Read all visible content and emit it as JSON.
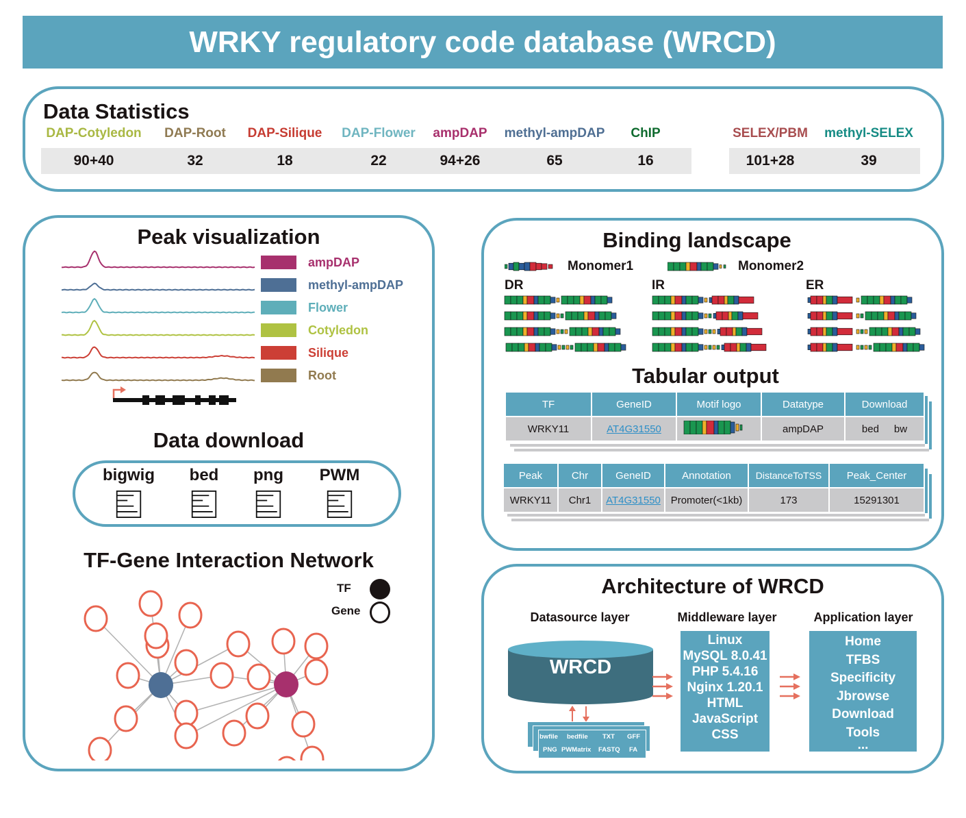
{
  "title": "WRKY regulatory code database (WRCD)",
  "colors": {
    "accent": "#5ba4bd",
    "ampDAP": "#a7306d",
    "methyl_ampDAP": "#4e6f95",
    "flower": "#5eaeb9",
    "cotyledon": "#afc242",
    "silique": "#cc3f35",
    "root": "#917a4f",
    "gene_node": "#e8644f",
    "motif_green": "#1a9650",
    "motif_yellow": "#f0b02a",
    "motif_red": "#d22c3a",
    "motif_blue": "#2a5d9a"
  },
  "data_statistics": {
    "title": "Data Statistics",
    "group1": [
      {
        "label": "DAP-Cotyledon",
        "value": "90+40",
        "color": "#a9b843"
      },
      {
        "label": "DAP-Root",
        "value": "32",
        "color": "#8f7a52"
      },
      {
        "label": "DAP-Silique",
        "value": "18",
        "color": "#c63c32"
      },
      {
        "label": "DAP-Flower",
        "value": "22",
        "color": "#6fb5c0"
      },
      {
        "label": "ampDAP",
        "value": "94+26",
        "color": "#a8306c"
      },
      {
        "label": "methyl-ampDAP",
        "value": "65",
        "color": "#4f6f93"
      },
      {
        "label": "ChIP",
        "value": "16",
        "color": "#0f6b2f"
      }
    ],
    "group2": [
      {
        "label": "SELEX/PBM",
        "value": "101+28",
        "color": "#a84d4f"
      },
      {
        "label": "methyl-SELEX",
        "value": "39",
        "color": "#158b84"
      }
    ]
  },
  "peak_visualization": {
    "title": "Peak visualization",
    "tracks": [
      {
        "label": "ampDAP",
        "color": "#a7306d",
        "peak": 0.9,
        "secondary": 0.0
      },
      {
        "label": "methyl-ampDAP",
        "color": "#4e6f95",
        "peak": 0.35,
        "secondary": 0.0
      },
      {
        "label": "Flower",
        "color": "#5eaeb9",
        "peak": 0.75,
        "secondary": 0.0
      },
      {
        "label": "Cotyledon",
        "color": "#afc242",
        "peak": 0.8,
        "secondary": 0.0
      },
      {
        "label": "Silique",
        "color": "#cc3f35",
        "peak": 0.6,
        "secondary": 0.1
      },
      {
        "label": "Root",
        "color": "#917a4f",
        "peak": 0.45,
        "secondary": 0.12
      }
    ]
  },
  "data_download": {
    "title": "Data download",
    "items": [
      {
        "label": "bigwig"
      },
      {
        "label": "bed"
      },
      {
        "label": "png"
      },
      {
        "label": "PWM"
      }
    ]
  },
  "network": {
    "title": "TF-Gene Interaction Network",
    "legend": [
      {
        "label": "TF",
        "kind": "filled"
      },
      {
        "label": "Gene",
        "kind": "outline"
      }
    ],
    "tf_nodes": [
      {
        "id": "tf1",
        "color": "#4e6f95"
      },
      {
        "id": "tf2",
        "color": "#a7306d"
      }
    ],
    "gene_count": 22
  },
  "binding_landscape": {
    "title": "Binding landscape",
    "monomers": [
      {
        "label": "Monomer1"
      },
      {
        "label": "Monomer2"
      }
    ],
    "repeat_types": [
      {
        "label": "DR",
        "rows": 4
      },
      {
        "label": "IR",
        "rows": 4
      },
      {
        "label": "ER",
        "rows": 4
      }
    ]
  },
  "tabular_output": {
    "title": "Tabular output",
    "table1": {
      "headers": [
        "TF",
        "GeneID",
        "Motif logo",
        "Datatype",
        "Download"
      ],
      "row": {
        "tf": "WRKY11",
        "gene_id": "AT4G31550",
        "datatype": "ampDAP",
        "download_bed": "bed",
        "download_bw": "bw"
      }
    },
    "table2": {
      "headers": [
        "Peak",
        "Chr",
        "GeneID",
        "Annotation",
        "DistanceToTSS",
        "Peak_Center"
      ],
      "row": [
        "WRKY11",
        "Chr1",
        "AT4G31550",
        "Promoter(<1kb)",
        "173",
        "15291301"
      ]
    }
  },
  "architecture": {
    "title": "Architecture of  WRCD",
    "datasource": {
      "title": "Datasource layer",
      "db_label": "WRCD",
      "files": [
        "bwfile",
        "bedfile",
        "TXT",
        "GFF",
        "PNG",
        "PWMatrix",
        "FASTQ",
        "FA"
      ]
    },
    "middleware": {
      "title": "Middleware layer",
      "items": [
        "Linux",
        "MySQL 8.0.41",
        "PHP 5.4.16",
        "Nginx 1.20.1",
        "HTML",
        "JavaScript",
        "CSS"
      ]
    },
    "application": {
      "title": "Application layer",
      "items": [
        "Home",
        "TFBS",
        "Specificity",
        "Jbrowse",
        "Download",
        "Tools",
        "..."
      ]
    }
  }
}
